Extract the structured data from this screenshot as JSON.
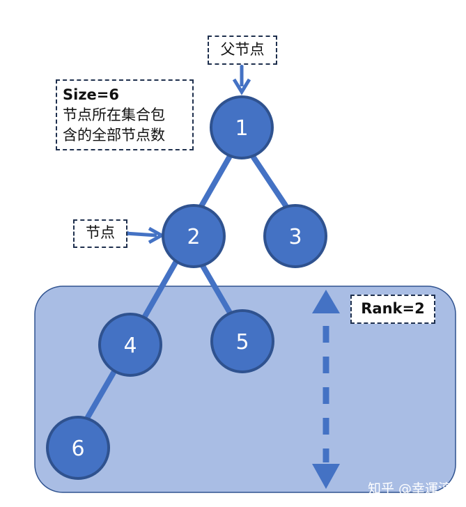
{
  "labels": {
    "parent": "父节点",
    "size_title": "Size=6",
    "size_line1": "节点所在集合包",
    "size_line2": "含的全部节点数",
    "node": "节点",
    "rank": "Rank=2"
  },
  "nodes": [
    "1",
    "2",
    "3",
    "4",
    "5",
    "6"
  ],
  "watermark": "知乎 @幸運淳",
  "colors": {
    "node_fill": "#4472c4",
    "node_stroke": "#2f528f",
    "edge": "#4472c4",
    "region_fill": "#a9bde4",
    "region_stroke": "#2f528f",
    "label_border": "#1e2f4d"
  }
}
